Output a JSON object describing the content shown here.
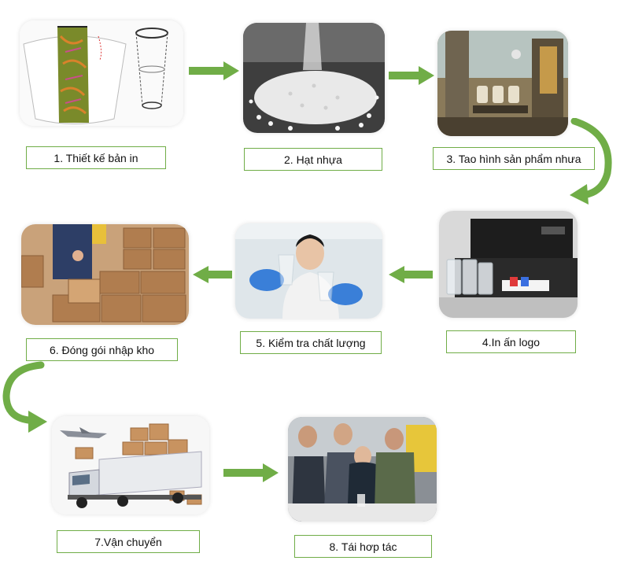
{
  "steps": [
    {
      "number": 1,
      "label": "1. Thiết kế bản in"
    },
    {
      "number": 2,
      "label": "2. Hạt nhựa"
    },
    {
      "number": 3,
      "label": "3. Tao hình sản phẩm nhưa"
    },
    {
      "number": 4,
      "label": "4.In ấn logo"
    },
    {
      "number": 5,
      "label": "5. Kiểm tra chất lượng"
    },
    {
      "number": 6,
      "label": "6. Đóng gói nhập kho"
    },
    {
      "number": 7,
      "label": "7.Vận chuyển"
    },
    {
      "number": 8,
      "label": "8. Tái hơp tác"
    }
  ],
  "colors": {
    "arrow": "#70ad47",
    "label_border": "#70ad47"
  }
}
